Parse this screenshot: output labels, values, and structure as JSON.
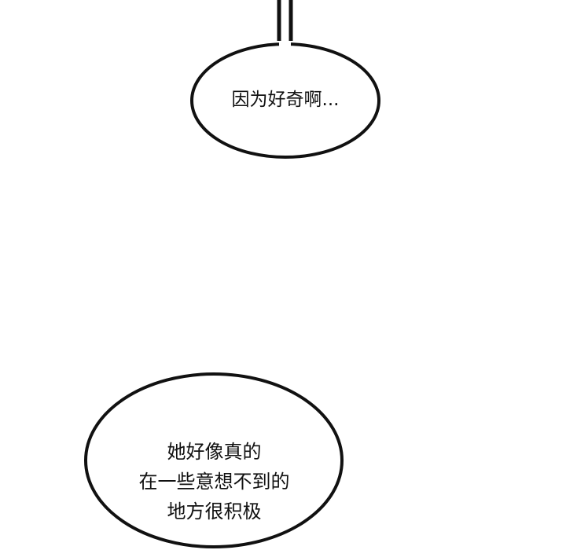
{
  "bubbles": [
    {
      "text": "因为好奇啊..."
    },
    {
      "lines": [
        "她好像真的",
        "在一些意想不到的",
        "地方很积极"
      ]
    }
  ]
}
